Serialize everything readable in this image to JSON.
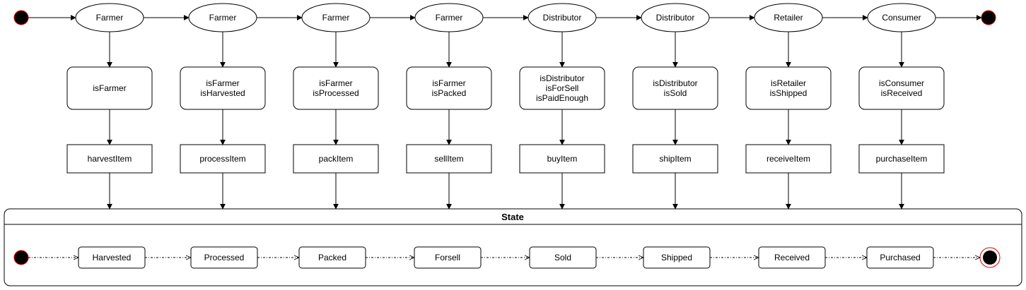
{
  "actors": [
    "Farmer",
    "Farmer",
    "Farmer",
    "Farmer",
    "Distributor",
    "Distributor",
    "Retailer",
    "Consumer"
  ],
  "guards": [
    [
      "isFarmer"
    ],
    [
      "isFarmer",
      "isHarvested"
    ],
    [
      "isFarmer",
      "isProcessed"
    ],
    [
      "isFarmer",
      "isPacked"
    ],
    [
      "isDistributor",
      "isForSell",
      "isPaidEnough"
    ],
    [
      "isDistributor",
      "isSold"
    ],
    [
      "isRetailer",
      "isShipped"
    ],
    [
      "isConsumer",
      "isReceived"
    ]
  ],
  "actions": [
    "harvestItem",
    "processItem",
    "packItem",
    "sellItem",
    "buyItem",
    "shipItem",
    "receiveItem",
    "purchaseItem"
  ],
  "state_title": "State",
  "states": [
    "Harvested",
    "Processed",
    "Packed",
    "Forsell",
    "Sold",
    "Shipped",
    "Received",
    "Purchased"
  ]
}
